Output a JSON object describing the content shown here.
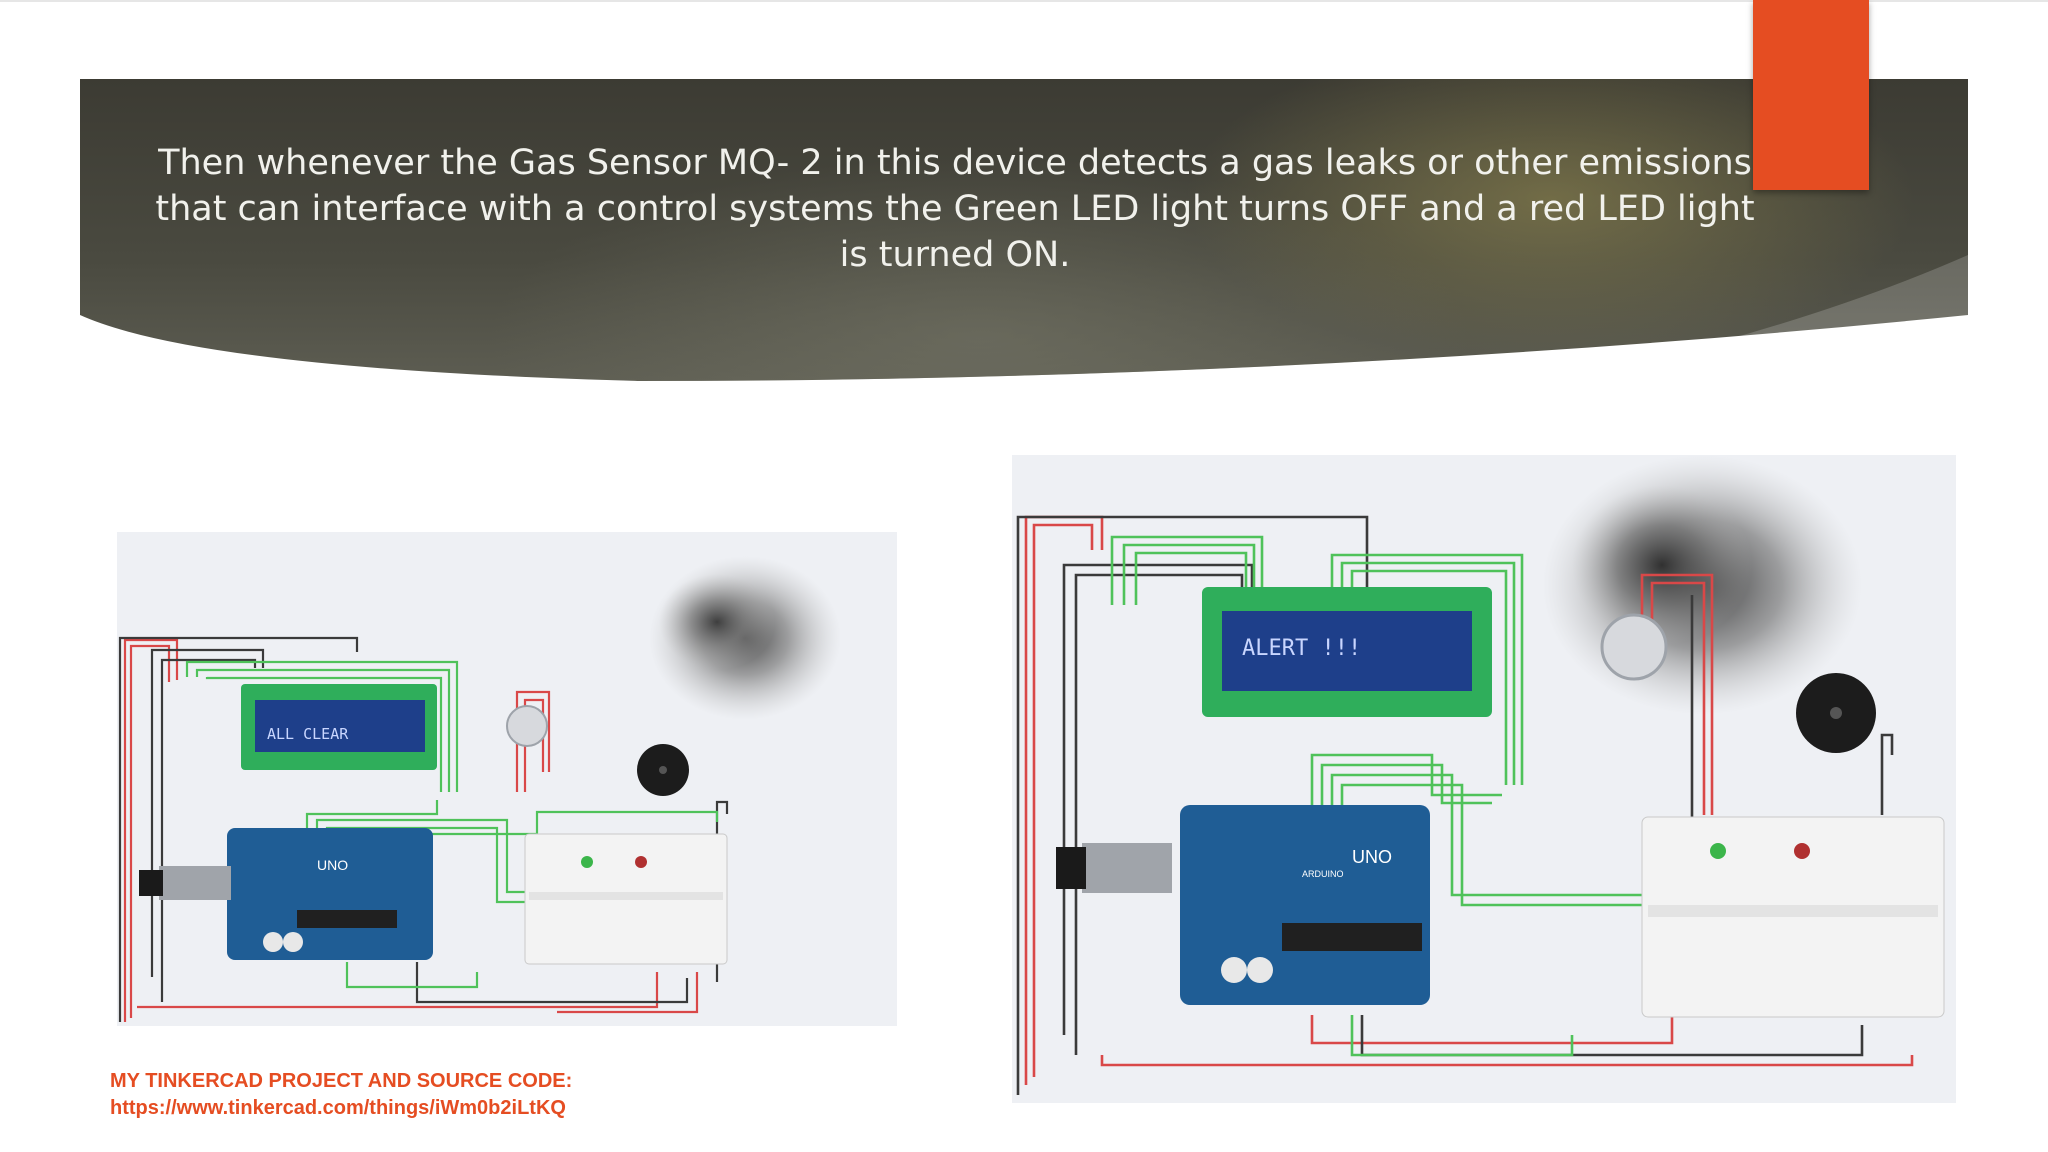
{
  "slide": {
    "title": "Then whenever the Gas Sensor MQ- 2 in this device detects a gas leaks or other emissions that can interface with a control systems the Green LED light turns OFF and a red LED light is turned ON.",
    "colors": {
      "accent": "#e54d22",
      "banner_dark": "#3c3b33",
      "title_text": "#f1f1ec",
      "wire_red": "#d94848",
      "wire_green": "#4fc25a",
      "wire_black": "#3a3a3a",
      "board_blue": "#1f5d95",
      "lcd_green": "#2fae5b"
    },
    "figures": {
      "left": {
        "lcd_text": "ALL CLEAR",
        "board_logo": "UNO"
      },
      "right": {
        "lcd_text": "ALERT !!!",
        "board_logo": "UNO",
        "board_brand": "ARDUINO"
      }
    },
    "footer": {
      "heading": "MY TINKERCAD PROJECT AND SOURCE CODE:",
      "link": "https://www.tinkercad.com/things/iWm0b2iLtKQ"
    }
  }
}
